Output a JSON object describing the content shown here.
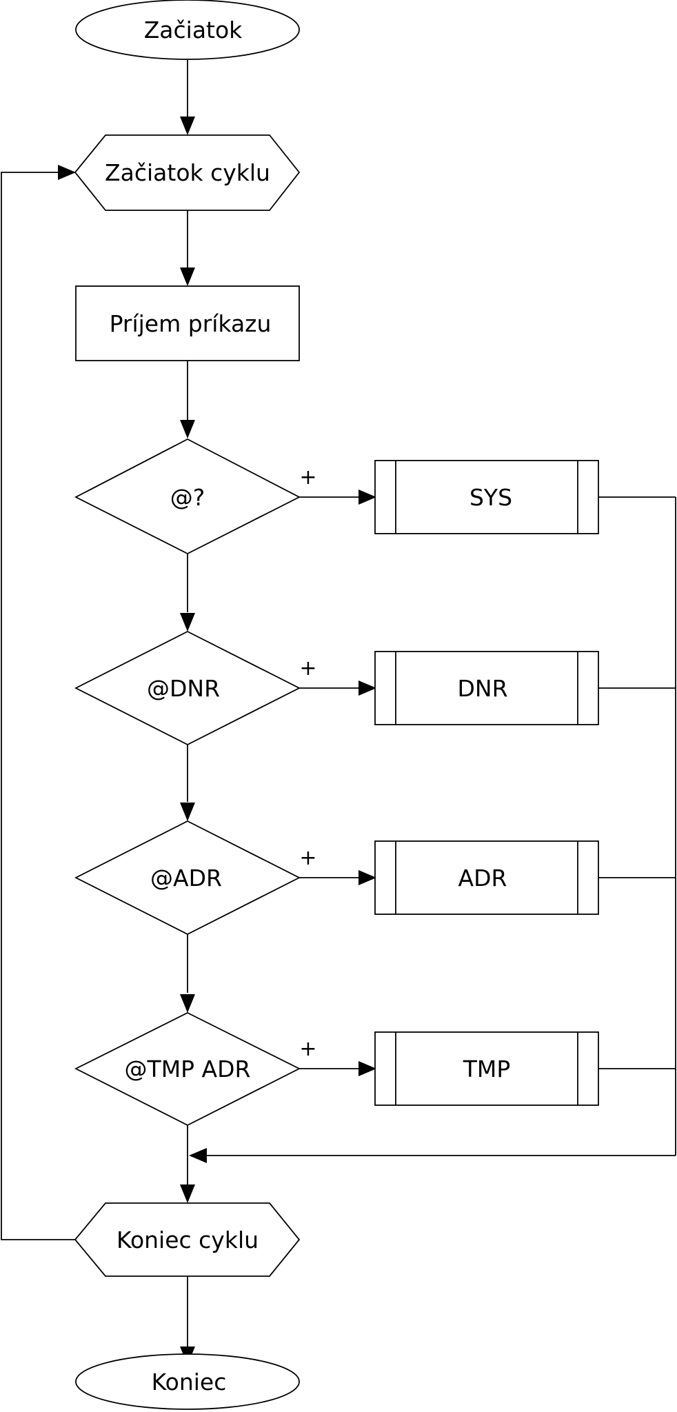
{
  "nodes": {
    "start": "Začiatok",
    "loop_start": "Začiatok cyklu",
    "receive": "Príjem príkazu",
    "cond_sys": "@?",
    "cond_dnr": "@DNR",
    "cond_adr": "@ADR",
    "cond_tmp": "@TMP ADR",
    "proc_sys": "SYS",
    "proc_dnr": "DNR",
    "proc_adr": "ADR",
    "proc_tmp": "TMP",
    "loop_end": "Koniec cyklu",
    "end": "Koniec"
  },
  "branch_label": "+",
  "colors": {
    "stroke": "#000000",
    "fill": "#ffffff"
  }
}
